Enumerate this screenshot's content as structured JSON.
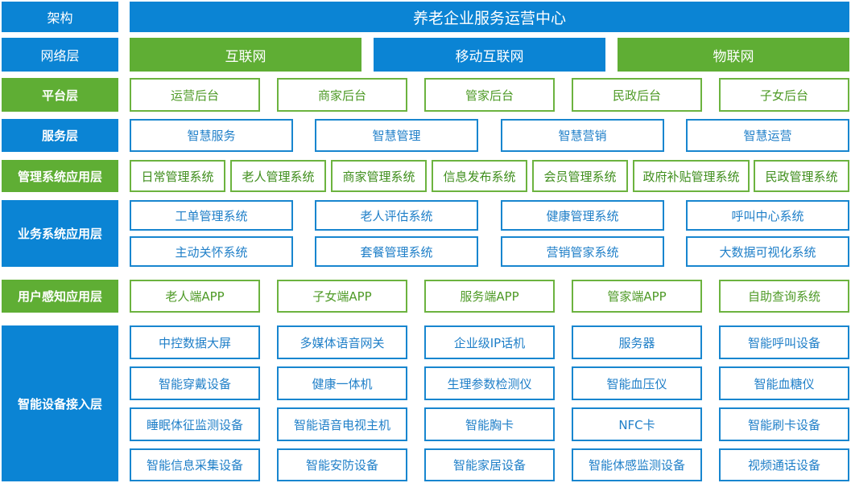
{
  "colors": {
    "blue": "#0b84d4",
    "green": "#5fae34"
  },
  "header": {
    "label": "架构",
    "title": "养老企业服务运营中心"
  },
  "network": {
    "label": "网络层",
    "items": [
      "互联网",
      "移动互联网",
      "物联网"
    ]
  },
  "platform": {
    "label": "平台层",
    "items": [
      "运营后台",
      "商家后台",
      "管家后台",
      "民政后台",
      "子女后台"
    ]
  },
  "service": {
    "label": "服务层",
    "items": [
      "智慧服务",
      "智慧管理",
      "智慧营销",
      "智慧运营"
    ]
  },
  "management": {
    "label": "管理系统应用层",
    "items": [
      "日常管理系统",
      "老人管理系统",
      "商家管理系统",
      "信息发布系统",
      "会员管理系统",
      "政府补贴管理系统",
      "民政管理系统"
    ]
  },
  "business": {
    "label": "业务系统应用层",
    "items": [
      "工单管理系统",
      "老人评估系统",
      "健康管理系统",
      "呼叫中心系统",
      "主动关怀系统",
      "套餐管理系统",
      "营销管家系统",
      "大数据可视化系统"
    ]
  },
  "user": {
    "label": "用户感知应用层",
    "items": [
      "老人端APP",
      "子女端APP",
      "服务端APP",
      "管家端APP",
      "自助查询系统"
    ]
  },
  "device": {
    "label": "智能设备接入层",
    "items": [
      "中控数据大屏",
      "多媒体语音网关",
      "企业级IP话机",
      "服务器",
      "智能呼叫设备",
      "智能穿戴设备",
      "健康一体机",
      "生理参数检测仪",
      "智能血压仪",
      "智能血糖仪",
      "睡眠体征监测设备",
      "智能语音电视主机",
      "智能胸卡",
      "NFC卡",
      "智能刷卡设备",
      "智能信息采集设备",
      "智能安防设备",
      "智能家居设备",
      "智能体感监测设备",
      "视频通话设备"
    ]
  }
}
